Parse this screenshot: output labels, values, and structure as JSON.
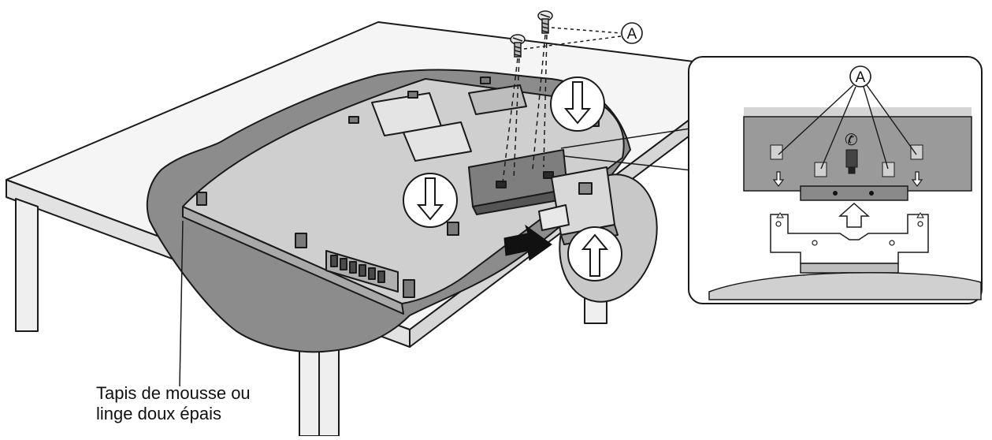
{
  "callout_label": "A",
  "caption": {
    "line1": "Tapis de mousse ou",
    "line2": "linge doux épais"
  },
  "icons": [
    "screw-icon",
    "arrow-down-icon",
    "arrow-up-icon",
    "arrow-right-icon",
    "circled-letter-icon"
  ],
  "colors": {
    "outline": "#1a1a1a",
    "pad": "#8c8c8c",
    "tv_back": "#d0d0d0",
    "table_top": "#f4f4f4",
    "inset_bar": "#9a9a9a"
  }
}
